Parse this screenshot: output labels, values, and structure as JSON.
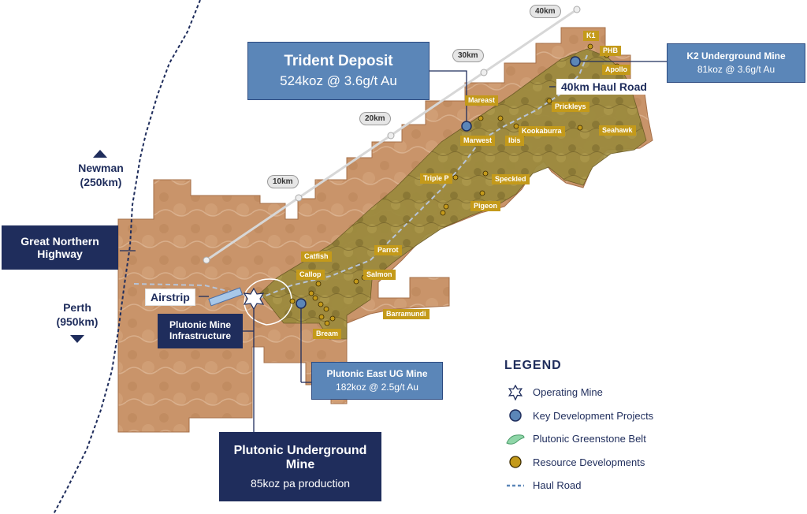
{
  "directions": {
    "north_label": "Newman",
    "north_distance": "(250km)",
    "south_label": "Perth",
    "south_distance": "(950km)"
  },
  "highway_label": "Great Northern Highway",
  "distance_markers": [
    "10km",
    "20km",
    "30km",
    "40km"
  ],
  "haul_road_label": "40km Haul Road",
  "airstrip_label": "Airstrip",
  "callouts": {
    "trident": {
      "title": "Trident Deposit",
      "detail": "524koz @ 3.6g/t Au"
    },
    "k2": {
      "title": "K2 Underground Mine",
      "detail": "81koz @ 3.6g/t Au"
    },
    "plutonic_east": {
      "title": "Plutonic East UG Mine",
      "detail": "182koz @ 2.5g/t Au"
    },
    "plutonic_ug": {
      "title": "Plutonic Underground Mine",
      "detail": "85koz pa production"
    },
    "plutonic_infra": {
      "title": "Plutonic Mine Infrastructure"
    }
  },
  "deposits": [
    "K1",
    "PHB",
    "Apollo",
    "Prickleys",
    "Mareast",
    "Marwest",
    "Ibis",
    "Kookaburra",
    "Seahawk",
    "Triple P",
    "Speckled",
    "Pigeon",
    "Catfish",
    "Parrot",
    "Callop",
    "Salmon",
    "Barramundi",
    "Bream"
  ],
  "legend": {
    "title": "LEGEND",
    "items": [
      {
        "icon": "operating-mine-star",
        "label": "Operating Mine"
      },
      {
        "icon": "key-development-dot",
        "label": "Key Development Projects"
      },
      {
        "icon": "greenstone-belt-shape",
        "label": "Plutonic Greenstone Belt"
      },
      {
        "icon": "resource-development-dot",
        "label": "Resource Developments"
      },
      {
        "icon": "haul-road-dashes",
        "label": "Haul Road"
      }
    ]
  },
  "colors": {
    "navy": "#1f2d5c",
    "steel_blue": "#5b86b8",
    "gold": "#c49a1a",
    "terrain": "#c8956a",
    "greenstone": "#9a8a3a",
    "key_dot": "#5b86b8",
    "greenstone_legend": "#8fd6a8"
  }
}
